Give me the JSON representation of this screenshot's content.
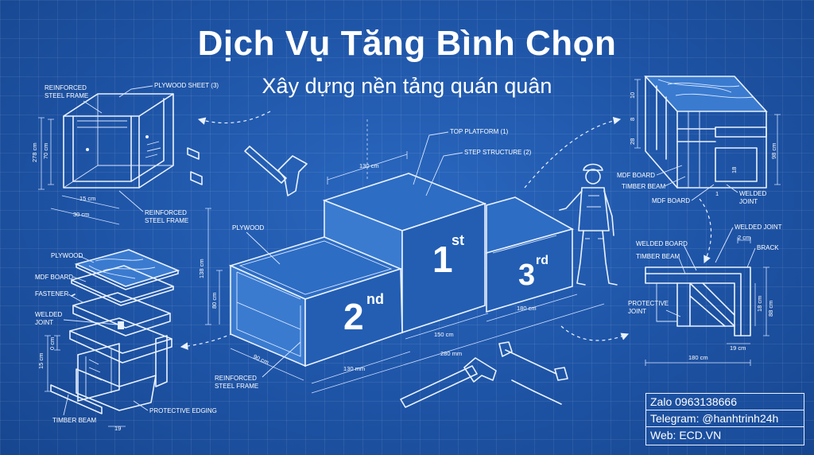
{
  "header": {
    "title": "Dịch Vụ Tăng Bình Chọn",
    "subtitle": "Xây dựng nền tảng quán quân"
  },
  "podium": {
    "first": {
      "num": "1",
      "suffix": "st"
    },
    "second": {
      "num": "2",
      "suffix": "nd"
    },
    "third": {
      "num": "3",
      "suffix": "rd"
    },
    "labels": {
      "top_platform": "TOP PLATFORM (1)",
      "step_structure": "STEP STRUCTURE (2)",
      "plywood": "PLYWOOD",
      "reinforced_1": "REINFORCED",
      "reinforced_2": "STEEL FRAME"
    },
    "dimensions": {
      "d130cm": "130 cm",
      "d150cm": "150 cm",
      "d280mm": "280 mm",
      "d180cm": "180 cm",
      "d130mm": "130 mm",
      "d90cm": "90 cm",
      "d138cm": "138 cm",
      "d80cm": "80 cm"
    }
  },
  "frame_detail": {
    "reinforced_1": "REINFORCED",
    "reinforced_2": "STEEL FRAME",
    "plywood_sheet": "PLYWOOD SHEET (3)",
    "reinforced_b1": "REINFORCED",
    "reinforced_b2": "STEEL FRAME",
    "dims": {
      "d278": "278 cm",
      "d70": "70 cm",
      "d15": "15 cm",
      "d30": "30 cm"
    }
  },
  "layers": {
    "plywood": "PLYWOOD",
    "mdf_board": "MDF BOARD",
    "fastener": "FASTENER",
    "welded_1": "WELDED",
    "welded_2": "JOINT",
    "timber_beam": "TIMBER BEAM",
    "protective_edging": "PROTECTIVE EDGING",
    "dims": {
      "d15": "15 cm",
      "d0": "0 cm",
      "d19": "19"
    }
  },
  "corner_top": {
    "mdf_board_1": "MDF BOARD",
    "timber_beam": "TIMBER BEAM",
    "mdf_board_2": "MDF BOARD",
    "welded_1": "WELDED",
    "welded_2": "JOINT",
    "dims": {
      "d10": "10",
      "d8": "8",
      "d28": "28",
      "d18": "18",
      "d1": "1",
      "d98": "98 cm"
    }
  },
  "corner_bottom": {
    "welded_board": "WELDED BOARD",
    "welded_joint": "WELDED JOINT",
    "timber_beam": "TIMBER BEAM",
    "brack": "BRACK",
    "protective_1": "PROTECTIVE",
    "protective_2": "JOINT",
    "dims": {
      "d2": "2 cm",
      "d18": "18 cm",
      "d88": "88 cm",
      "d19": "19 cm",
      "d180": "180 cm"
    }
  },
  "contact": {
    "zalo": "Zalo 0963138666",
    "telegram": "Telegram: @hanhtrinh24h",
    "web": "Web: ECD.VN"
  },
  "colors": {
    "background": "#1f56a8",
    "line": "#eaf2ff"
  },
  "icons": [
    "hammer-icon",
    "wrench-icon",
    "screwdriver-icon",
    "worker-figure-icon"
  ]
}
